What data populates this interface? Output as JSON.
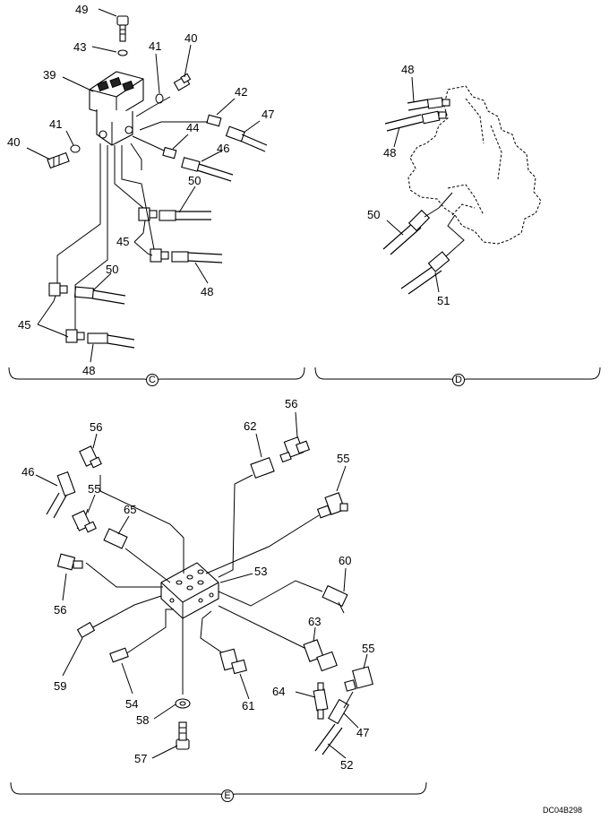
{
  "drawing_code": "DC04B298",
  "sections": {
    "c": "C",
    "d": "D",
    "e": "E"
  },
  "callouts": {
    "n49": "49",
    "n43": "43",
    "n41a": "41",
    "n40a": "40",
    "n39": "39",
    "n42": "42",
    "n47a": "47",
    "n41b": "41",
    "n40b": "40",
    "n44": "44",
    "n46a": "46",
    "n50a": "50",
    "n45a": "45",
    "n48a": "48",
    "n50b": "50",
    "n45b": "45",
    "n48b": "48",
    "n48c": "48",
    "n48d": "48",
    "n50c": "50",
    "n51": "51",
    "n56a": "56",
    "n62": "62",
    "n56b": "56",
    "n46b": "46",
    "n55a": "55",
    "n55b": "55",
    "n65": "65",
    "n53": "53",
    "n60": "60",
    "n56c": "56",
    "n63": "63",
    "n55c": "55",
    "n59": "59",
    "n54": "54",
    "n61": "61",
    "n64": "64",
    "n47b": "47",
    "n58": "58",
    "n57": "57",
    "n52": "52"
  }
}
